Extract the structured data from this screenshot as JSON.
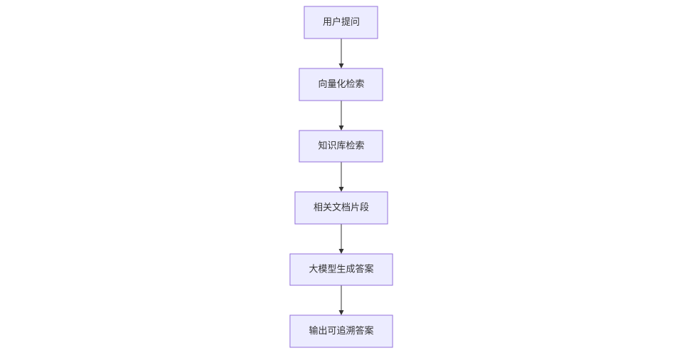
{
  "flowchart": {
    "nodes": [
      {
        "id": "n1",
        "label": "用户提问"
      },
      {
        "id": "n2",
        "label": "向量化检索"
      },
      {
        "id": "n3",
        "label": "知识库检索"
      },
      {
        "id": "n4",
        "label": "相关文档片段"
      },
      {
        "id": "n5",
        "label": "大模型生成答案"
      },
      {
        "id": "n6",
        "label": "输出可追溯答案"
      }
    ],
    "edges": [
      {
        "from": "n1",
        "to": "n2"
      },
      {
        "from": "n2",
        "to": "n3"
      },
      {
        "from": "n3",
        "to": "n4"
      },
      {
        "from": "n4",
        "to": "n5"
      },
      {
        "from": "n5",
        "to": "n6"
      }
    ],
    "colors": {
      "node_fill": "#ECECFF",
      "node_stroke": "#9370DB",
      "edge": "#333333",
      "text": "#333333"
    }
  }
}
